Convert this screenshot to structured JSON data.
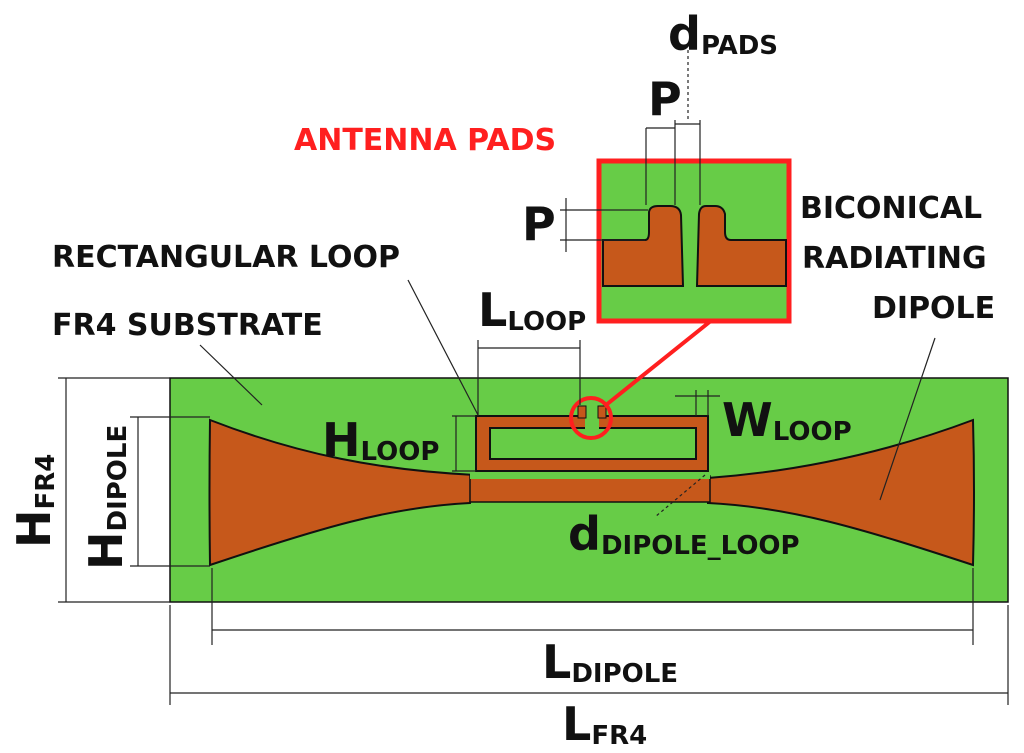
{
  "colors": {
    "substrate": "#67cc47",
    "copper": "#c6581b",
    "highlight": "#ff1f1f",
    "outline": "#111111"
  },
  "labels": {
    "antenna_pads": "ANTENNA PADS",
    "rectangular_loop": "RECTANGULAR LOOP",
    "fr4_substrate": "FR4 SUBSTRATE",
    "biconical_line1": "BICONICAL",
    "biconical_line2": "RADIATING",
    "biconical_line3": "DIPOLE"
  },
  "dimensions": {
    "d_pads": {
      "main": "d",
      "sub": "PADS"
    },
    "p_horizontal": "P",
    "p_vertical": "P",
    "l_loop": {
      "main": "L",
      "sub": "LOOP"
    },
    "h_loop": {
      "main": "H",
      "sub": "LOOP"
    },
    "w_loop": {
      "main": "W",
      "sub": "LOOP"
    },
    "h_fr4": {
      "main": "H",
      "sub": "FR4"
    },
    "h_dipole": {
      "main": "H",
      "sub": "DIPOLE"
    },
    "d_dipole_loop": {
      "main": "d",
      "sub": "DIPOLE_LOOP"
    },
    "l_dipole": {
      "main": "L",
      "sub": "DIPOLE"
    },
    "l_fr4": {
      "main": "L",
      "sub": "FR4"
    }
  }
}
